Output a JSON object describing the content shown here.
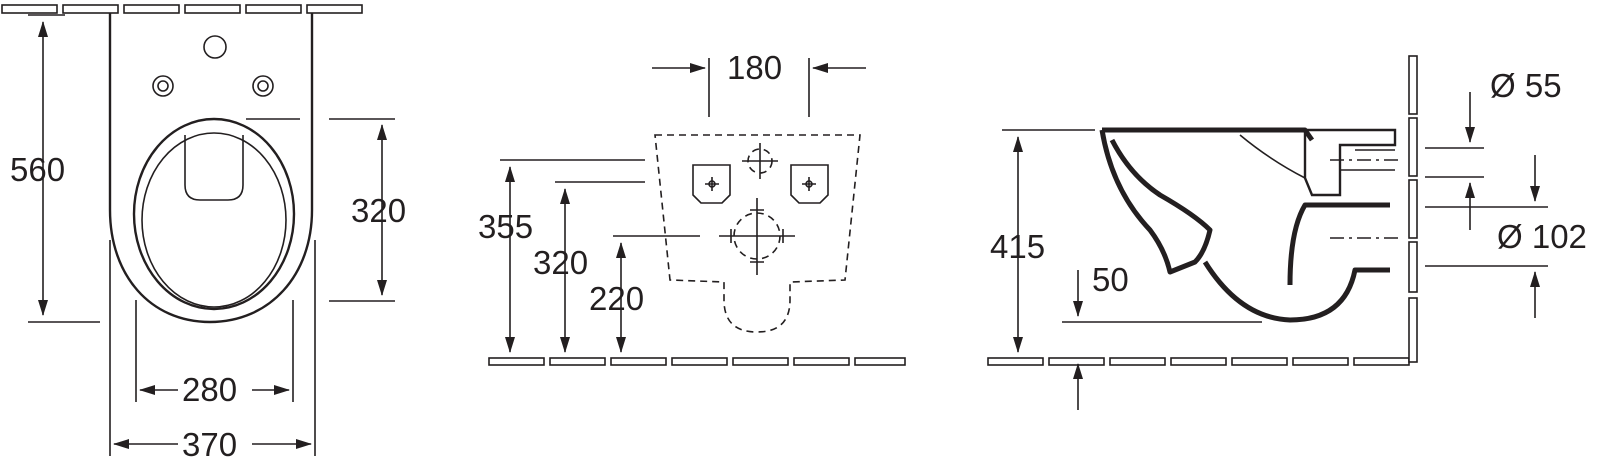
{
  "front_view": {
    "height_total": "560",
    "height_seat": "320",
    "width_inner": "280",
    "width_outer": "370"
  },
  "fixing_view": {
    "spacing": "180",
    "height_upper": "355",
    "height_fixing": "320",
    "height_lower": "220"
  },
  "side_view": {
    "height_rim": "415",
    "depth_bowl": "50",
    "diameter_inlet": "Ø 55",
    "diameter_outlet": "Ø 102"
  },
  "colors": {
    "line": "#231f20",
    "background": "#ffffff"
  }
}
